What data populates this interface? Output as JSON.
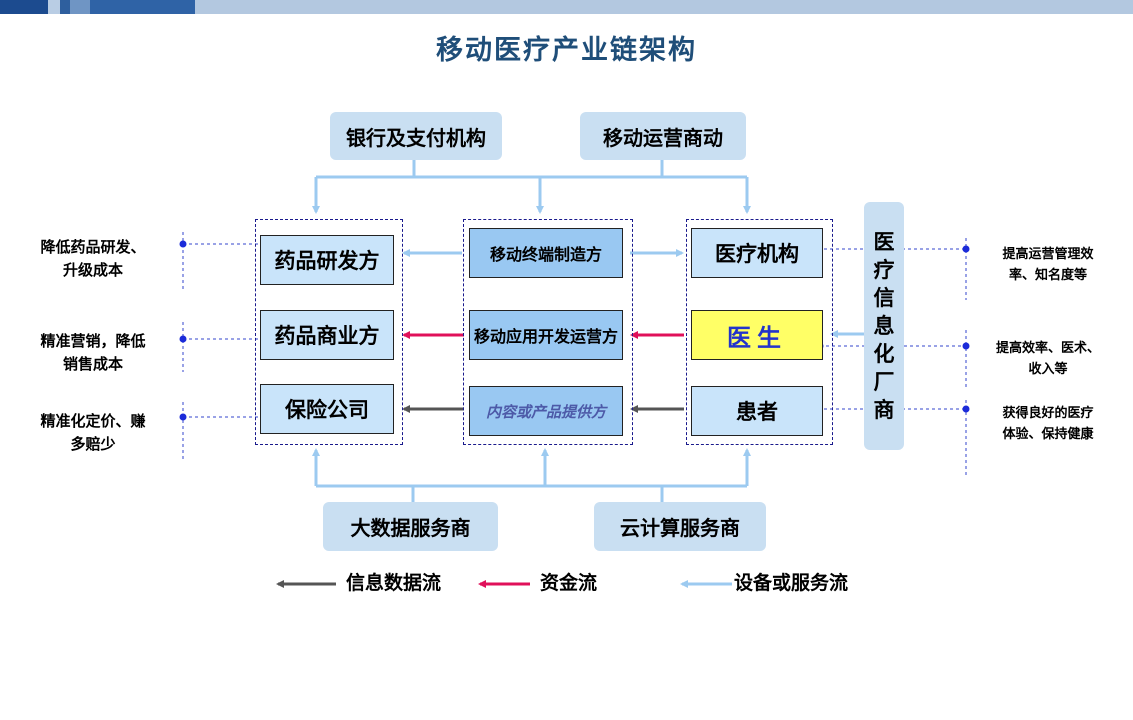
{
  "title": "移动医疗产业链架构",
  "top_boxes": {
    "bank": "银行及支付机构",
    "operator": "移动运营商动"
  },
  "bottom_boxes": {
    "bigdata": "大数据服务商",
    "cloud": "云计算服务商"
  },
  "vertical_box": [
    "医",
    "疗",
    "信",
    "息",
    "化",
    "厂",
    "商"
  ],
  "left_nodes": {
    "pharma_rd": "药品研发方",
    "pharma_sales": "药品商业方",
    "insurance": "保险公司"
  },
  "middle_nodes": {
    "device_maker": "移动终端制造方",
    "app_dev": "移动应用开发运营方",
    "content": "内容或产品提供方"
  },
  "right_nodes": {
    "hospital": "医疗机构",
    "doctor": "医生",
    "patient": "患者"
  },
  "left_notes": {
    "n1": [
      "降低药品研发、",
      "升级成本"
    ],
    "n2": [
      "精准营销，降低",
      "销售成本"
    ],
    "n3": [
      "精准化定价、赚",
      "多赔少"
    ]
  },
  "right_notes": {
    "n1": [
      "提高运营管理效",
      "率、知名度等"
    ],
    "n2": [
      "提高效率、医术、",
      "收入等"
    ],
    "n3": [
      "获得良好的医疗",
      "体验、保持健康"
    ]
  },
  "legend": {
    "info": "信息数据流",
    "money": "资金流",
    "service": "设备或服务流"
  },
  "colors": {
    "info_flow": "#555555",
    "money_flow": "#e0105a",
    "service_flow": "#9ccaf0",
    "title": "#1f4e79",
    "dashed": "#1a1a8c"
  }
}
